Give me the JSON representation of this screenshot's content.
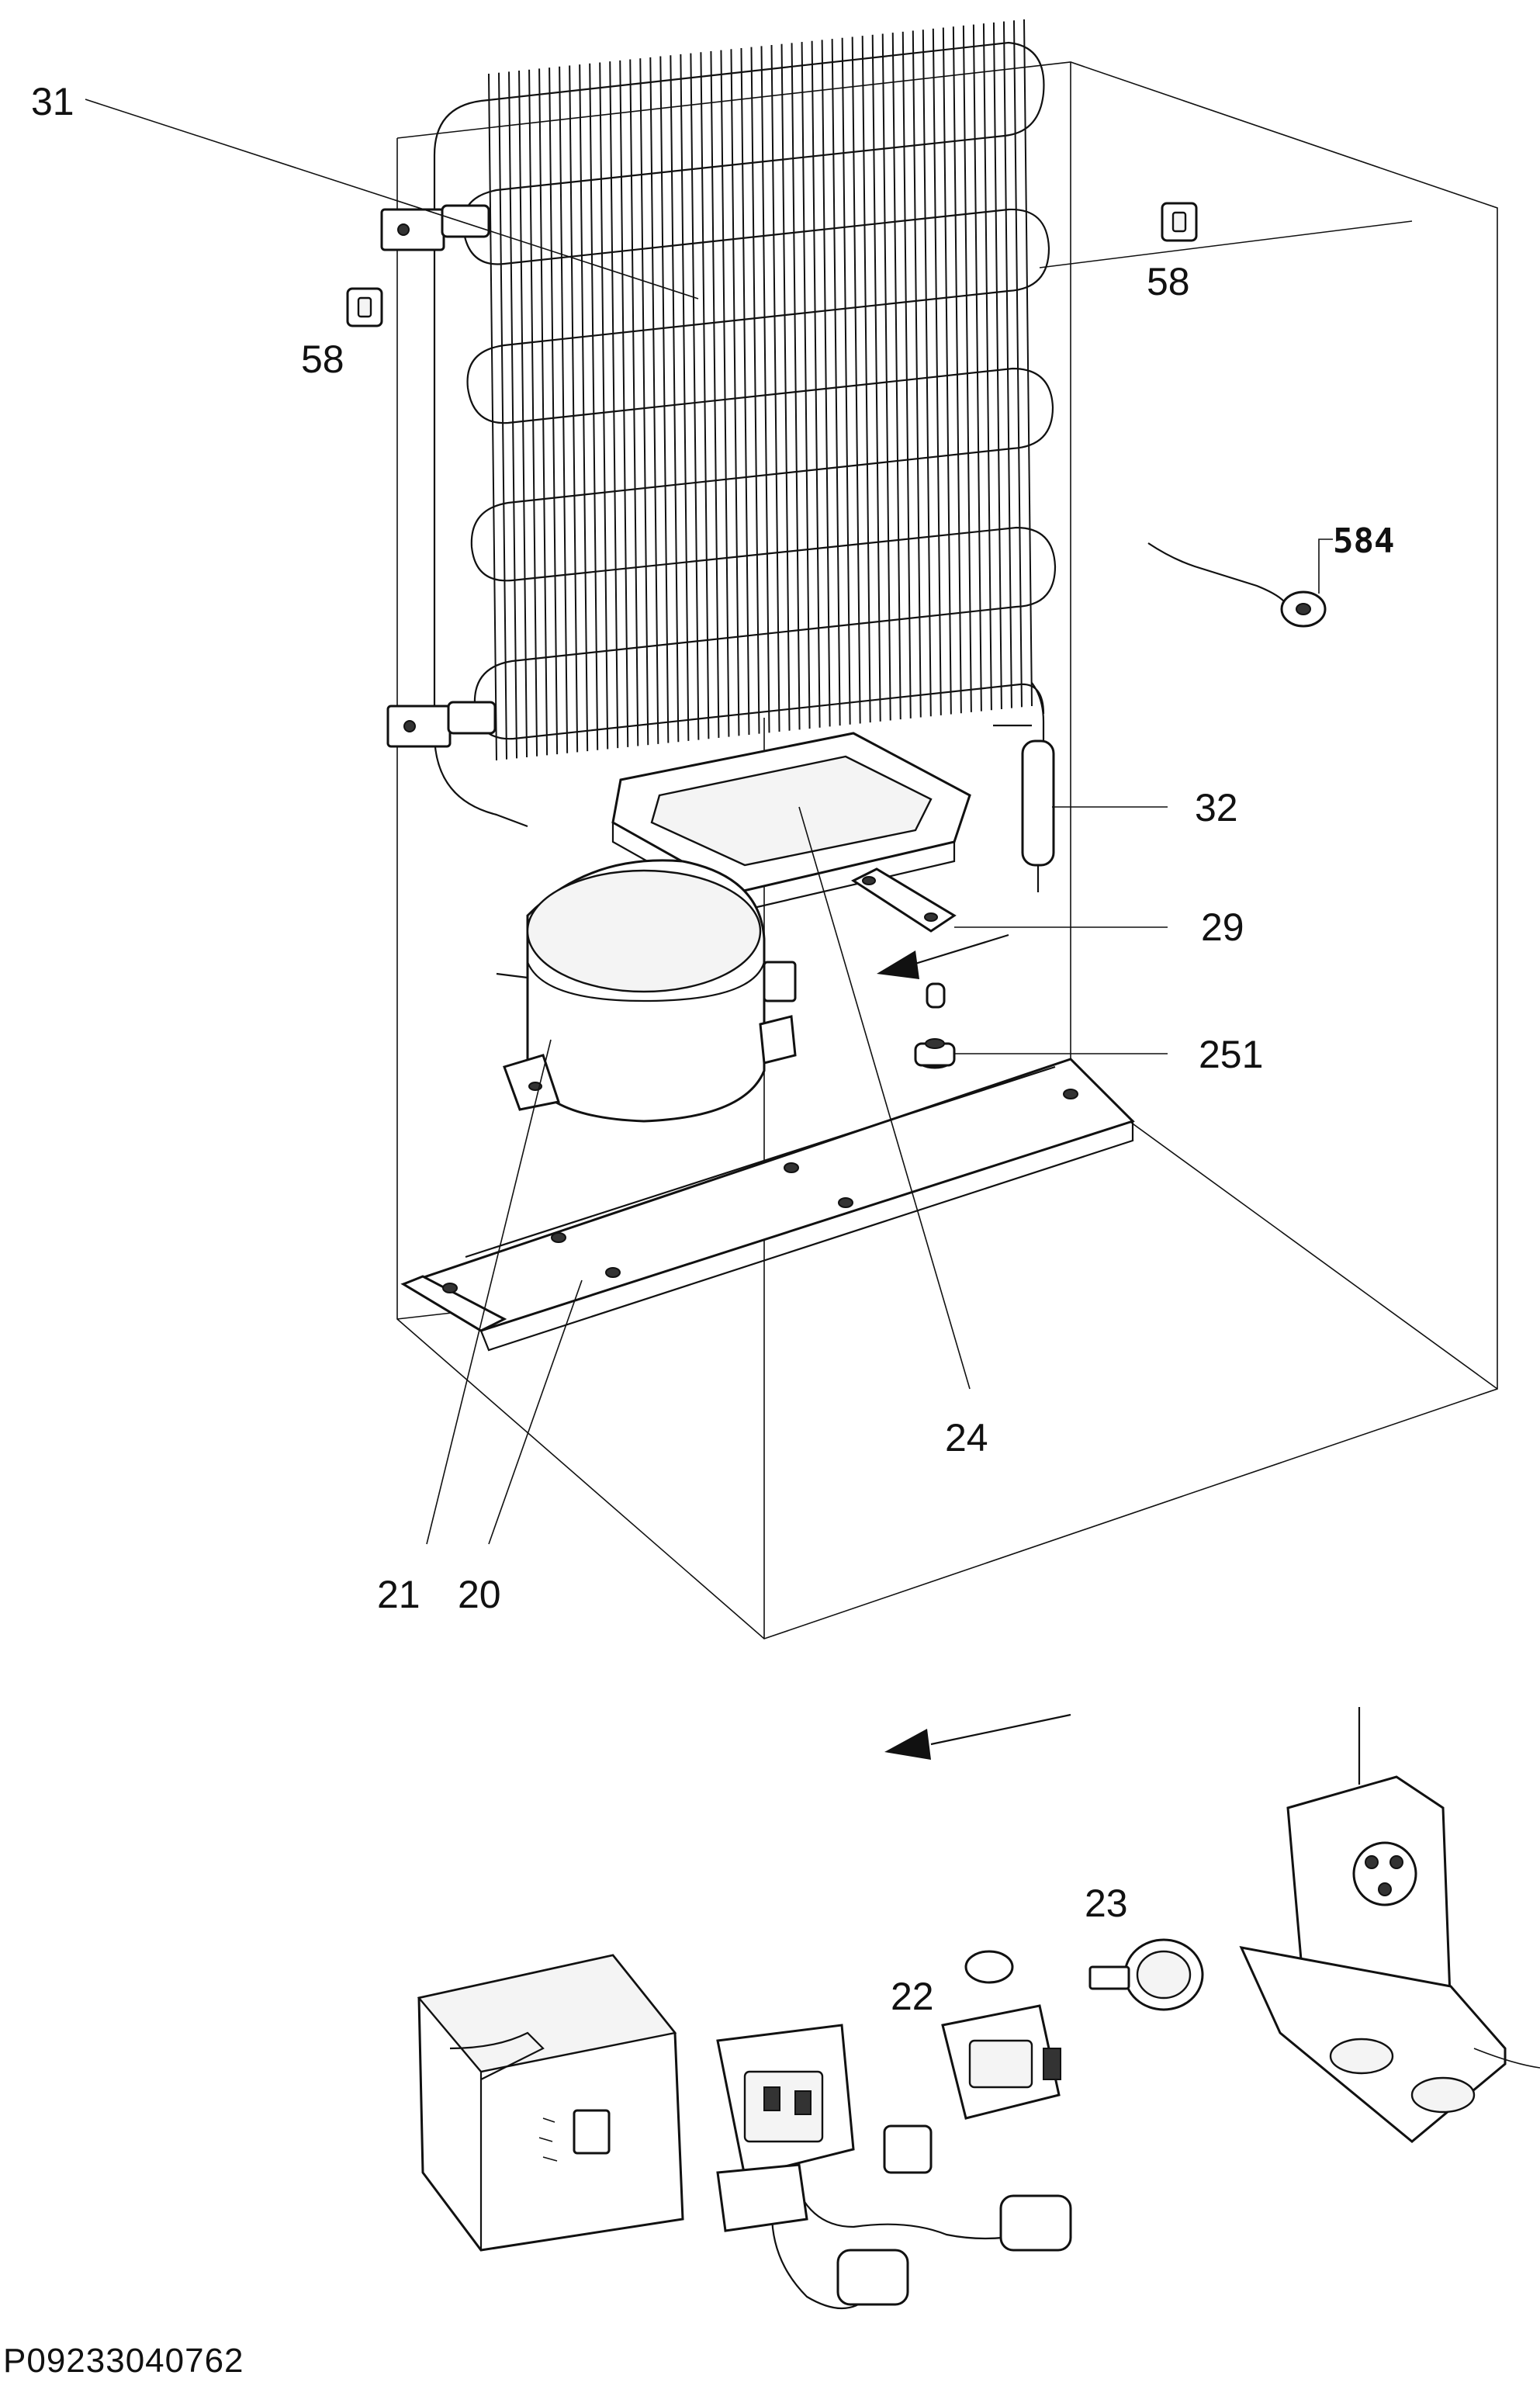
{
  "document_id": "P09233040762",
  "callouts": {
    "c31": "31",
    "c58a": "58",
    "c58b": "58",
    "c584": "584",
    "c32": "32",
    "c29": "29",
    "c251": "251",
    "c24": "24",
    "c21": "21",
    "c20": "20",
    "c23": "23",
    "c22": "22"
  },
  "colors": {
    "ink": "#111111",
    "background": "#ffffff"
  }
}
